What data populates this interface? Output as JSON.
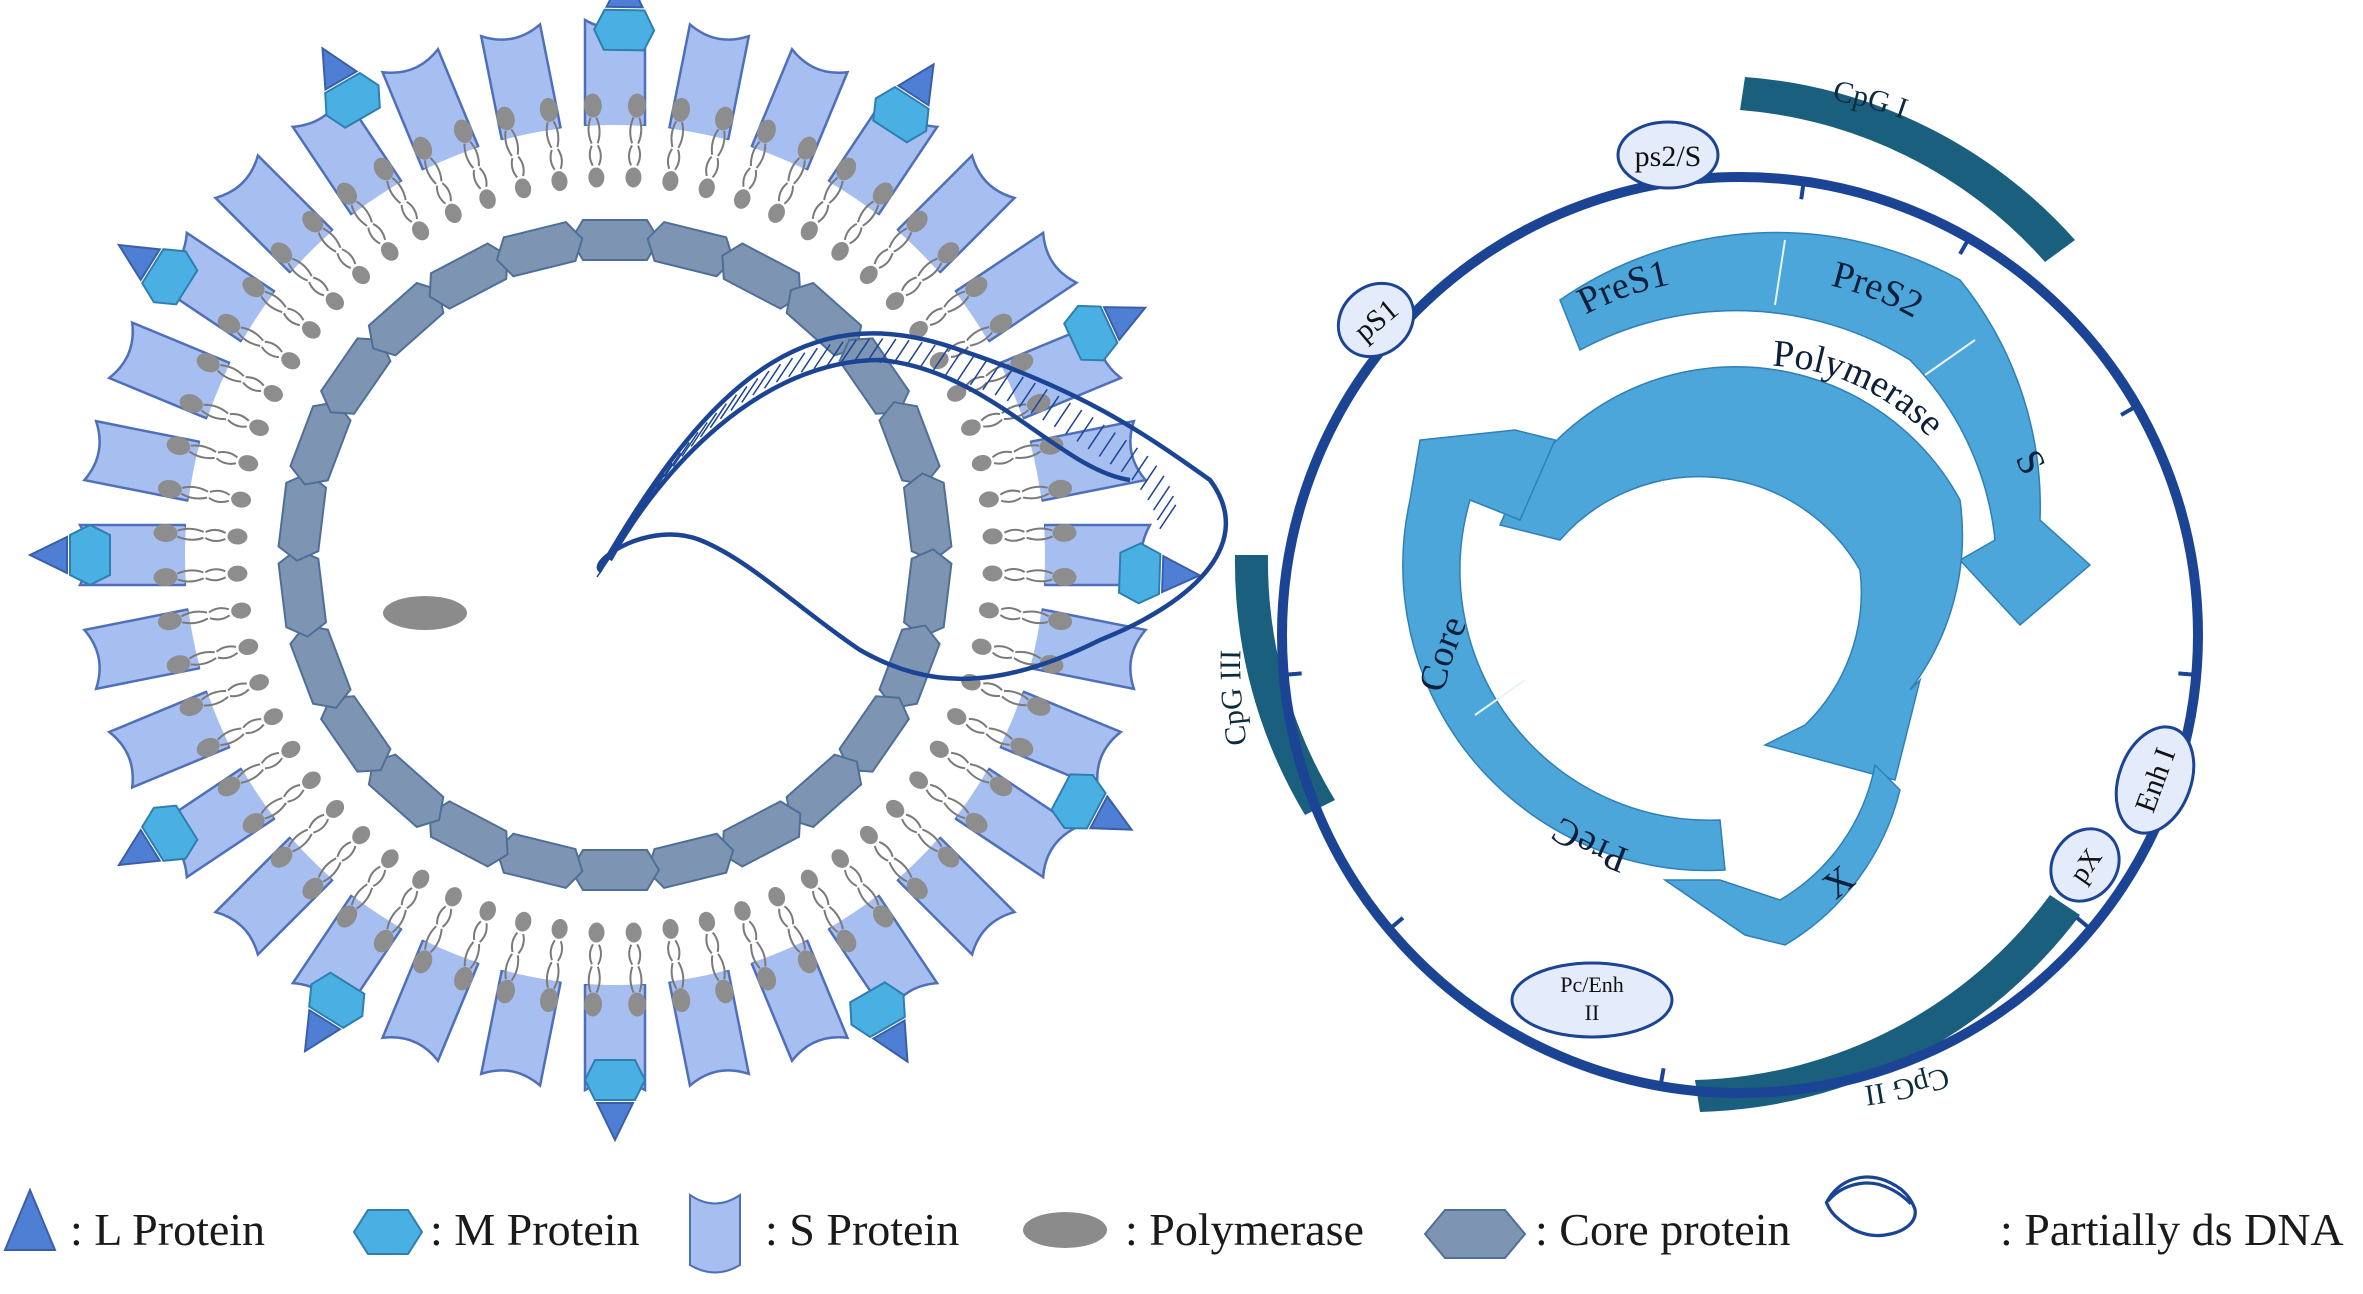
{
  "colors": {
    "s_protein_fill": "#a7bff0",
    "s_protein_stroke": "#4f6fb8",
    "m_protein": "#4ab0e3",
    "l_protein": "#4f7fd4",
    "core_protein": "#7d95b2",
    "core_protein_stroke": "#4f6f98",
    "polymerase": "#8b8b8b",
    "dna_strand": "#1c4495",
    "lipid_head": "#8d8d8d",
    "genome_ring": "#1c4495",
    "orf_arrow": "#4ca6da",
    "cpg_island": "#1a5f7e",
    "promoter_fill": "#e4ecfb"
  },
  "genome_map": {
    "promoters": {
      "ps2s": "ps2/S",
      "ps1": "pS1",
      "enh1": "Enh I",
      "px": "pX",
      "pcenh_line1": "Pc/Enh",
      "pcenh_line2": "II"
    },
    "cpg": {
      "cpg1": "CpG I",
      "cpg2": "CpG II",
      "cpg3": "CpG III"
    },
    "orfs": {
      "pres1": "PreS1",
      "pres2": "PreS2",
      "s": "S",
      "polymerase": "Polymerase",
      "core": "Core",
      "prec": "PreC",
      "x": "X"
    }
  },
  "legend": {
    "l_protein": ": L Protein",
    "m_protein": ": M Protein",
    "s_protein": ": S Protein",
    "polymerase": ": Polymerase",
    "core_protein": ": Core protein",
    "dna": ": Partially ds DNA"
  }
}
